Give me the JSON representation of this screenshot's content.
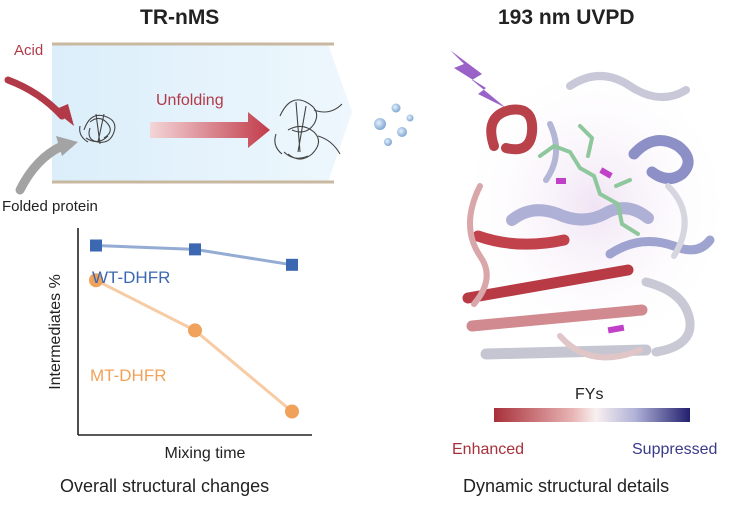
{
  "left_panel": {
    "title": "TR-nMS",
    "acid_label": "Acid",
    "unfolding_label": "Unfolding",
    "folded_label": "Folded protein",
    "caption": "Overall structural changes"
  },
  "right_panel": {
    "title": "193 nm UVPD",
    "colorbar_label": "FYs",
    "enhanced_label": "Enhanced",
    "suppressed_label": "Suppressed",
    "caption": "Dynamic structural details"
  },
  "colors": {
    "wt": "#3c68b1",
    "mt": "#f0a25a",
    "acid": "#b23a48",
    "enhanced": "#a8303a",
    "suppressed": "#3a3a8a",
    "lightning": "#9a62c8"
  },
  "chart_data": {
    "type": "line",
    "xlabel": "Mixing time",
    "ylabel": "Intermediates %",
    "series": [
      {
        "name": "WT-DHFR",
        "marker": "square",
        "color": "#3c68b1",
        "values": [
          0.93,
          0.91,
          0.83
        ]
      },
      {
        "name": "MT-DHFR",
        "marker": "circle",
        "color": "#f0a25a",
        "values": [
          0.75,
          0.49,
          0.07
        ]
      }
    ],
    "x": [
      1,
      2,
      3
    ],
    "ylim": [
      0,
      1
    ]
  }
}
